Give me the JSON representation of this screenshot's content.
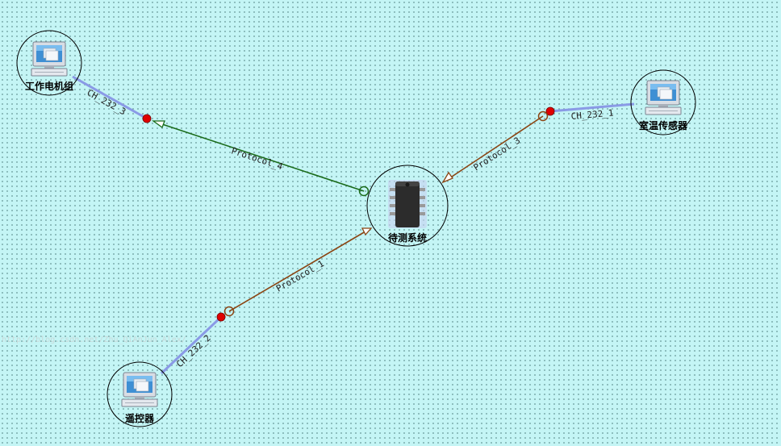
{
  "nodes": {
    "motor": {
      "label": "工作电机组",
      "icon": "computer-icon"
    },
    "sensor": {
      "label": "室温传感器",
      "icon": "computer-icon"
    },
    "remote": {
      "label": "遥控器",
      "icon": "computer-icon"
    },
    "system": {
      "label": "待测系统",
      "icon": "chip-icon"
    }
  },
  "links": {
    "ch3": {
      "label": "CH_232_3"
    },
    "ch1": {
      "label": "CH_232_1"
    },
    "ch2": {
      "label": "CH_232_2"
    },
    "p4": {
      "label": "Protocol_4"
    },
    "p3": {
      "label": "Protocol_3"
    },
    "p1": {
      "label": "Protocol_1"
    }
  },
  "watermark": "http://blog.csdn.net/Zhu_QiAnJun_Alex/",
  "colors": {
    "background": "#c4f5f5",
    "channel_line": "#8a9ae6",
    "protocol4_line": "#1a6b1a",
    "protocol_line": "#8b4513",
    "port_dot": "#e00000"
  }
}
